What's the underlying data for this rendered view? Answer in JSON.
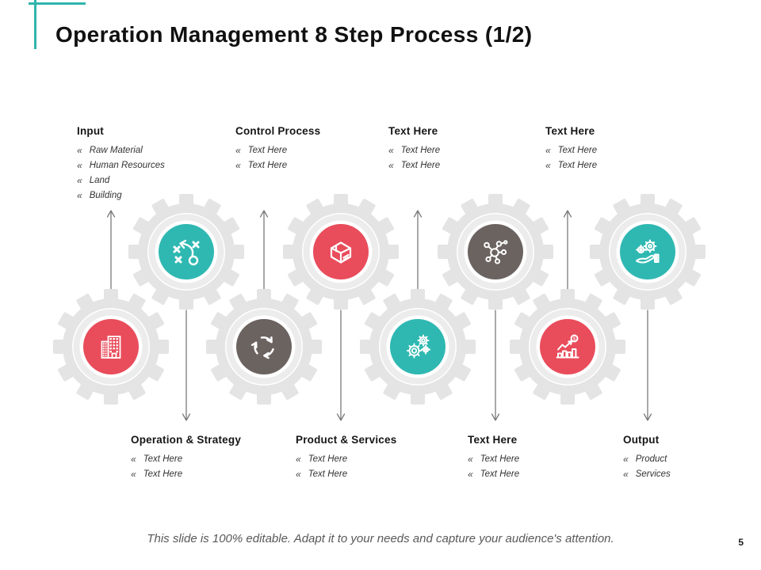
{
  "slide": {
    "title": "Operation Management 8 Step Process (1/2)",
    "footer": "This slide is 100% editable. Adapt it to your needs and capture your audience's attention.",
    "page_number": "5"
  },
  "bullet": "«",
  "colors": {
    "teal": "#2fb8b2",
    "red": "#e94c5b",
    "dark": "#6b6360",
    "gear_gray": "#e4e4e4",
    "ring_gray": "#ececec",
    "arrow_gray": "#7a7a7a"
  },
  "top_labels": [
    {
      "title": "Input",
      "items": [
        "Raw Material",
        "Human Resources",
        "Land",
        "Building"
      ]
    },
    {
      "title": "Control Process",
      "items": [
        "Text Here",
        "Text Here"
      ]
    },
    {
      "title": "Text Here",
      "items": [
        "Text Here",
        "Text Here"
      ]
    },
    {
      "title": "Text Here",
      "items": [
        "Text Here",
        "Text Here"
      ]
    }
  ],
  "bottom_labels": [
    {
      "title": "Operation & Strategy",
      "items": [
        "Text Here",
        "Text Here"
      ]
    },
    {
      "title": "Product & Services",
      "items": [
        "Text Here",
        "Text Here"
      ]
    },
    {
      "title": "Text Here",
      "items": [
        "Text Here",
        "Text Here"
      ]
    },
    {
      "title": "Output",
      "items": [
        "Product",
        "Services"
      ]
    }
  ],
  "gears": {
    "top_row": [
      {
        "icon": "strategy-tactics-icon",
        "color": "teal"
      },
      {
        "icon": "package-box-icon",
        "color": "red"
      },
      {
        "icon": "molecule-network-icon",
        "color": "dark"
      },
      {
        "icon": "hand-holding-gears-icon",
        "color": "teal"
      }
    ],
    "bottom_row": [
      {
        "icon": "building-icon",
        "color": "red"
      },
      {
        "icon": "recycle-arrows-icon",
        "color": "dark"
      },
      {
        "icon": "gears-trio-icon",
        "color": "teal"
      },
      {
        "icon": "growth-chart-money-icon",
        "color": "red"
      }
    ]
  }
}
